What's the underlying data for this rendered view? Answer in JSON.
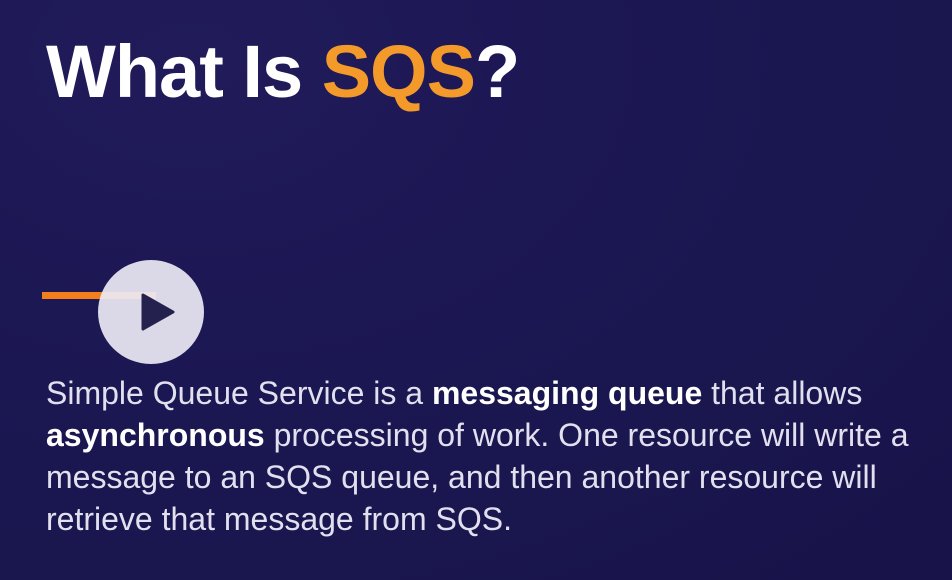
{
  "slide": {
    "title": {
      "prefix": "What Is ",
      "highlight": "SQS",
      "suffix": "?"
    },
    "video": {
      "play_icon": "play-icon"
    },
    "description": {
      "segments": [
        "Simple Queue Service is a ",
        "messaging queue",
        " that allows ",
        "asynchronous",
        " processing of work. One resource will write a message to an SQS queue, and then another resource will retrieve that message from SQS."
      ]
    }
  },
  "colors": {
    "background": "#1a1650",
    "accent": "#f39a2a",
    "text": "#e2e0ef"
  }
}
